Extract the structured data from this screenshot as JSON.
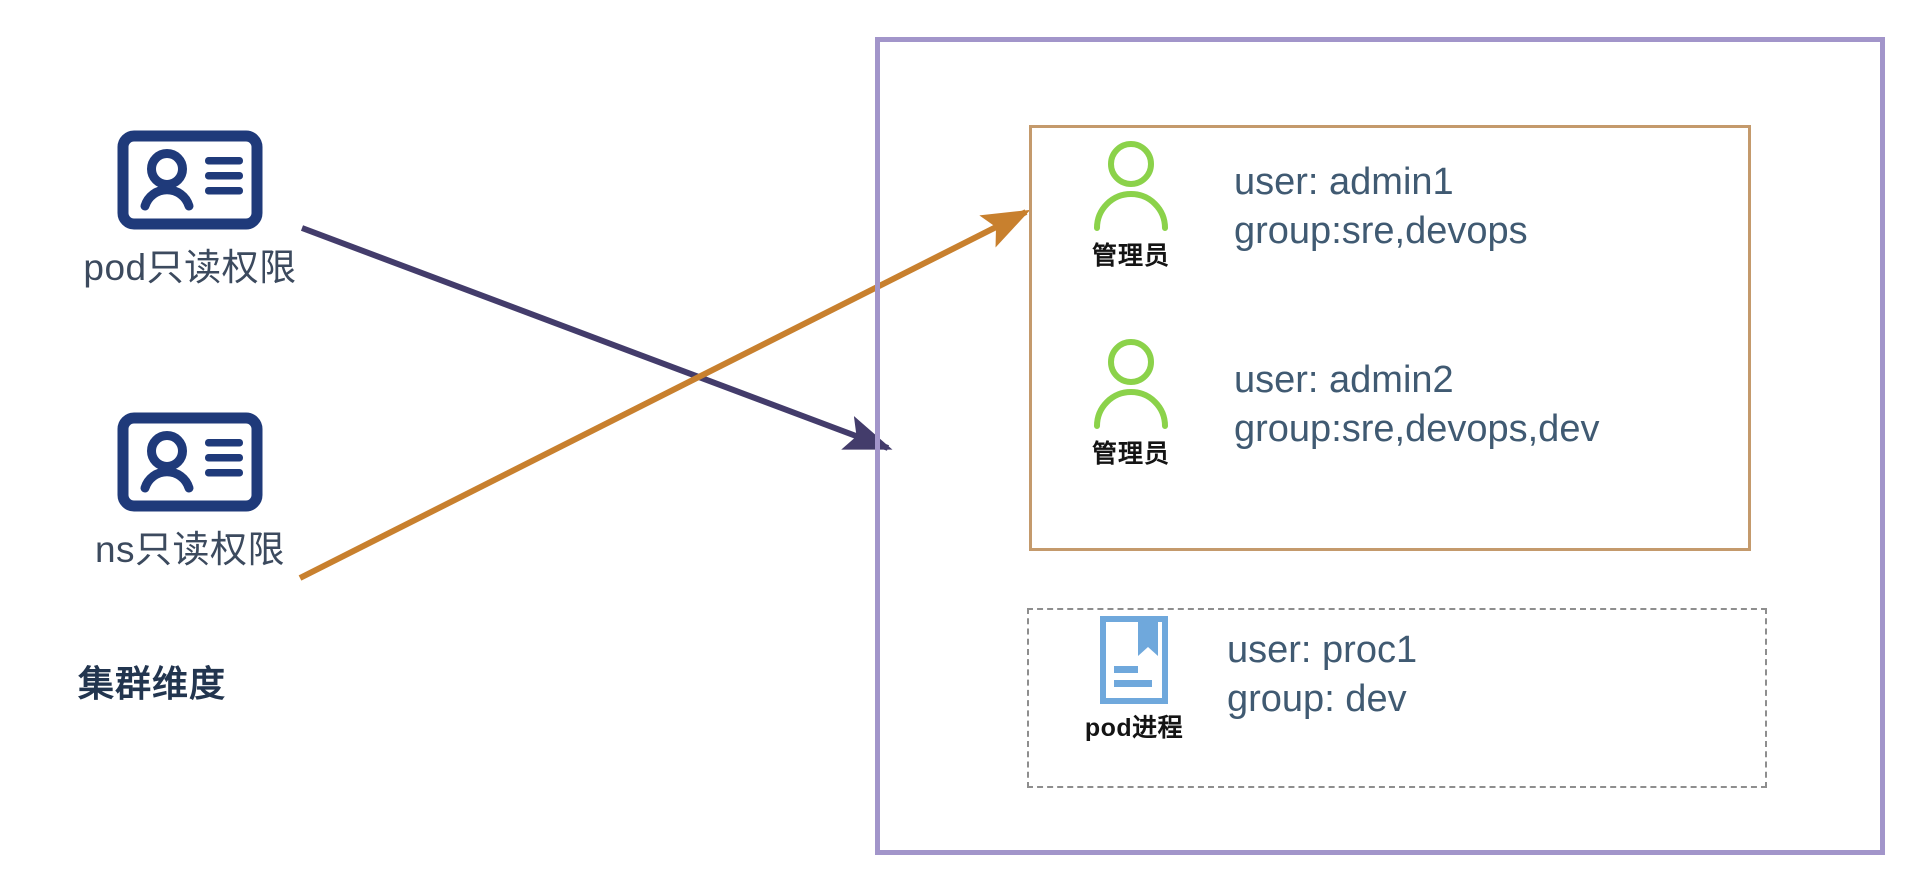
{
  "diagram": {
    "title_text": "集群维度",
    "colors": {
      "idcard_navy": "#1F3A7A",
      "person_green": "#8BD24A",
      "doc_blue": "#6FA8DC",
      "cluster_border_purple": "#A295CA",
      "admin_border_tan": "#C49A6C",
      "proc_border_gray": "#8E8E8E",
      "arrow_purple": "#433C6B",
      "arrow_orange": "#C8802E",
      "text_slate": "#405A72",
      "text_dark": "#141414"
    }
  },
  "left_panel": {
    "nodes": [
      {
        "icon": "id-card-icon",
        "label": "pod只读权限"
      },
      {
        "icon": "id-card-icon",
        "label": "ns只读权限"
      }
    ],
    "footer_label": "集群维度"
  },
  "cluster_box": {
    "admin_box": {
      "rows": [
        {
          "icon": "person-icon",
          "role_label": "管理员",
          "user_line": "user: admin1",
          "group_line": "group:sre,devops"
        },
        {
          "icon": "person-icon",
          "role_label": "管理员",
          "user_line": "user: admin2",
          "group_line": "group:sre,devops,dev"
        }
      ]
    },
    "process_box": {
      "icon": "document-bookmark-icon",
      "role_label": "pod进程",
      "user_line": "user: proc1",
      "group_line": "group: dev"
    }
  },
  "connectors": [
    {
      "name": "pod-to-cluster-arrow",
      "color": "#433C6B",
      "from": "pod只读权限",
      "to": "集群边界"
    },
    {
      "name": "ns-to-admin-arrow",
      "color": "#C8802E",
      "from": "ns只读权限",
      "to": "管理员组"
    }
  ]
}
